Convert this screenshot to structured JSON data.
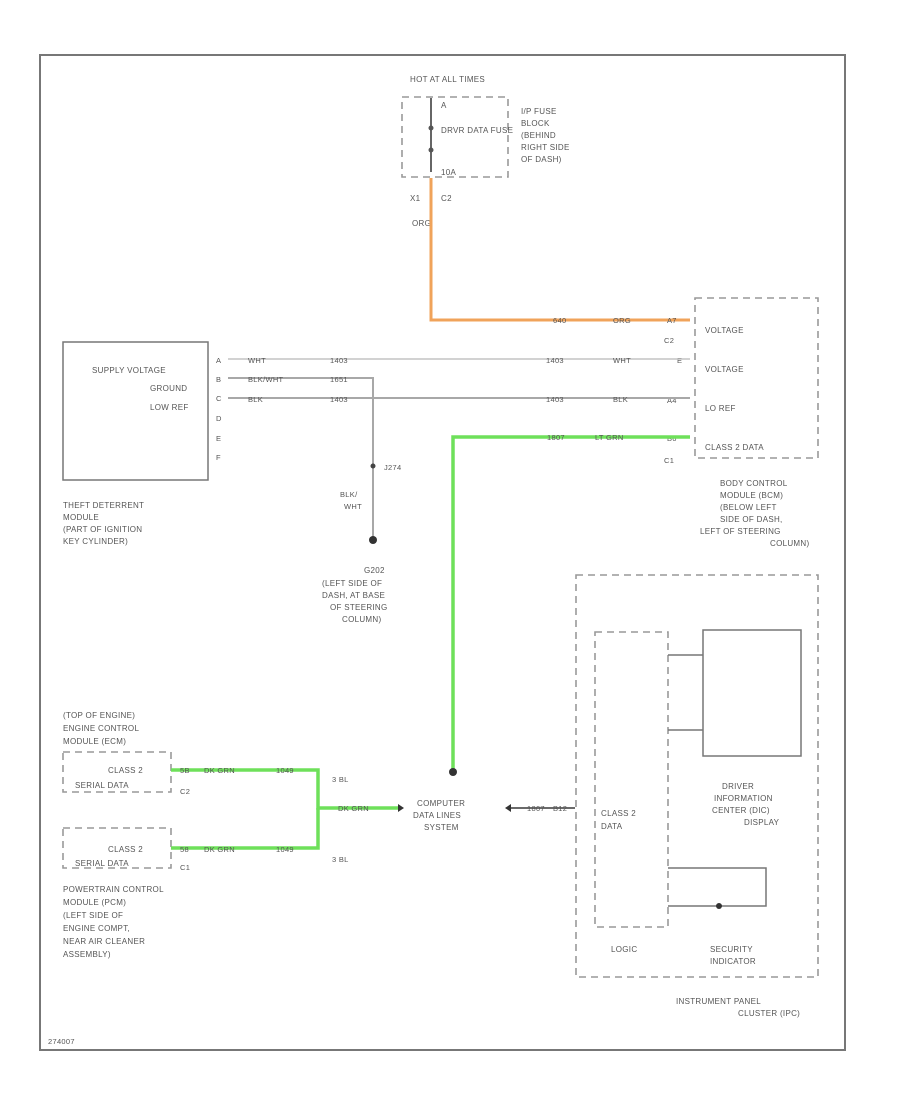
{
  "fuse_block": {
    "hot_label": "HOT AT ALL TIMES",
    "fuse_name": "DRVR DATA FUSE",
    "fuse_amp": "10A",
    "terminal_top": "A",
    "terminal_bottom_left": "X1",
    "terminal_bottom_right": "C2",
    "desc": [
      "I/P FUSE",
      "BLOCK",
      "(BEHIND",
      "RIGHT SIDE",
      "OF DASH)"
    ],
    "wire_color": "ORG"
  },
  "bcm": {
    "pins": [
      "A7",
      "C2",
      "E",
      "A4",
      "B6",
      "C1"
    ],
    "labels": [
      "VOLTAGE",
      "VOLTAGE",
      "LO REF",
      "CLASS 2 DATA"
    ],
    "desc": [
      "BODY CONTROL",
      "MODULE (BCM)",
      "(BELOW LEFT",
      "SIDE OF DASH,",
      "LEFT OF STEERING",
      "COLUMN)"
    ],
    "wire_orange": [
      "640",
      "ORG"
    ],
    "wire1": [
      "1403",
      "WHT"
    ],
    "wire2": [
      "1403",
      "BLK"
    ],
    "wire_green": [
      "1807",
      "LT GRN"
    ]
  },
  "tdm": {
    "labels": [
      "SUPPLY VOLTAGE",
      "GROUND",
      "LOW REF"
    ],
    "pins": [
      "A",
      "B",
      "C",
      "D",
      "E",
      "F"
    ],
    "wires": [
      [
        "WHT",
        "1403"
      ],
      [
        "BLK/WHT",
        "1651"
      ],
      [
        "BLK",
        "1403"
      ]
    ],
    "desc": [
      "THEFT DETERRENT",
      "MODULE",
      "(PART OF IGNITION",
      "KEY CYLINDER)"
    ]
  },
  "ground": {
    "junction": "J274",
    "wire": [
      "BLK/",
      "WHT"
    ],
    "name": "G202",
    "desc": [
      "(LEFT SIDE OF",
      "DASH, AT BASE",
      "OF STEERING",
      "COLUMN)"
    ]
  },
  "ecm": {
    "desc": [
      "(TOP OF ENGINE)",
      "ENGINE CONTROL",
      "MODULE (ECM)"
    ],
    "box": [
      "CLASS 2",
      "SERIAL DATA"
    ],
    "pin": "C2",
    "wire": [
      "5B",
      "DK GRN",
      "1049"
    ]
  },
  "pcm": {
    "box": [
      "CLASS 2",
      "SERIAL DATA"
    ],
    "pin": "C1",
    "wire": [
      "58",
      "DK GRN",
      "1049"
    ],
    "desc": [
      "POWERTRAIN CONTROL",
      "MODULE (PCM)",
      "(LEFT SIDE OF",
      "ENGINE COMPT,",
      "NEAR AIR CLEANER",
      "ASSEMBLY)"
    ]
  },
  "data_link": {
    "splice_labels": [
      "3 BL",
      "3 BL"
    ],
    "trunk": "DK GRN",
    "system": [
      "COMPUTER",
      "DATA LINES",
      "SYSTEM"
    ],
    "ipc_wire": [
      "1807",
      "B12"
    ]
  },
  "ipc": {
    "logic_box": [
      "CLASS 2",
      "DATA"
    ],
    "logic_label": "LOGIC",
    "dic_desc": [
      "DRIVER",
      "INFORMATION",
      "CENTER (DIC)",
      "DISPLAY"
    ],
    "security": [
      "SECURITY",
      "INDICATOR"
    ],
    "desc": [
      "INSTRUMENT PANEL",
      "CLUSTER (IPC)"
    ]
  },
  "footer_code": "274007"
}
